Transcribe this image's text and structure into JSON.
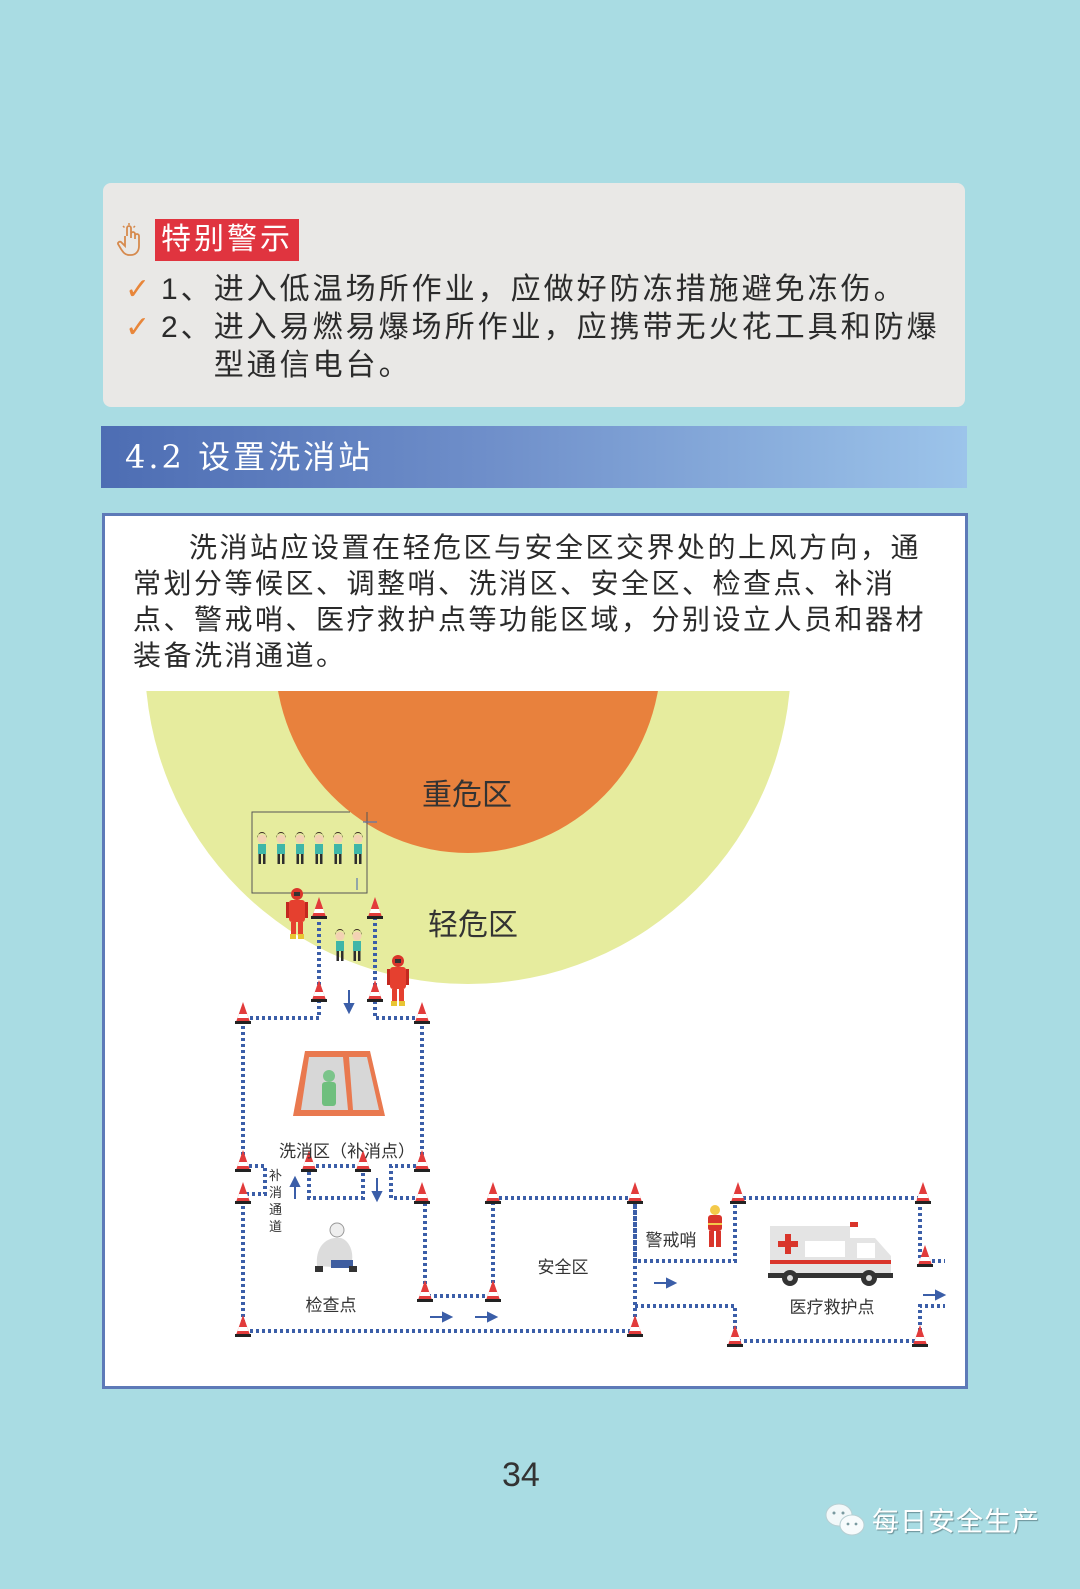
{
  "warning": {
    "badge": "特别警示",
    "items": [
      {
        "num": "1、",
        "text": "进入低温场所作业，应做好防冻措施避免冻伤。"
      },
      {
        "num": "2、",
        "text": "进入易燃易爆场所作业，应携带无火花工具和防爆型通信电台。"
      }
    ]
  },
  "section": {
    "title": "4.2 设置洗消站"
  },
  "content": {
    "paragraph": "洗消站应设置在轻危区与安全区交界处的上风方向，通常划分等候区、调整哨、洗消区、安全区、检查点、补消点、警戒哨、医疗救护点等功能区域，分别设立人员和器材装备洗消通道。"
  },
  "diagram": {
    "zones": {
      "heavy": "重危区",
      "light": "轻危区"
    },
    "labels": {
      "decon": "洗消区（补消点）",
      "supplement_channel": [
        "补",
        "消",
        "通",
        "道"
      ],
      "checkpoint": "检查点",
      "safe_zone": "安全区",
      "guard_post": "警戒哨",
      "medical": "医疗救护点"
    },
    "colors": {
      "heavy_zone": "#e8813d",
      "light_zone": "#e6ec9e",
      "path": "#3b5ea8",
      "cone": "#e23b3b"
    }
  },
  "footer": {
    "page_number": "34",
    "watermark": "每日安全生产"
  }
}
